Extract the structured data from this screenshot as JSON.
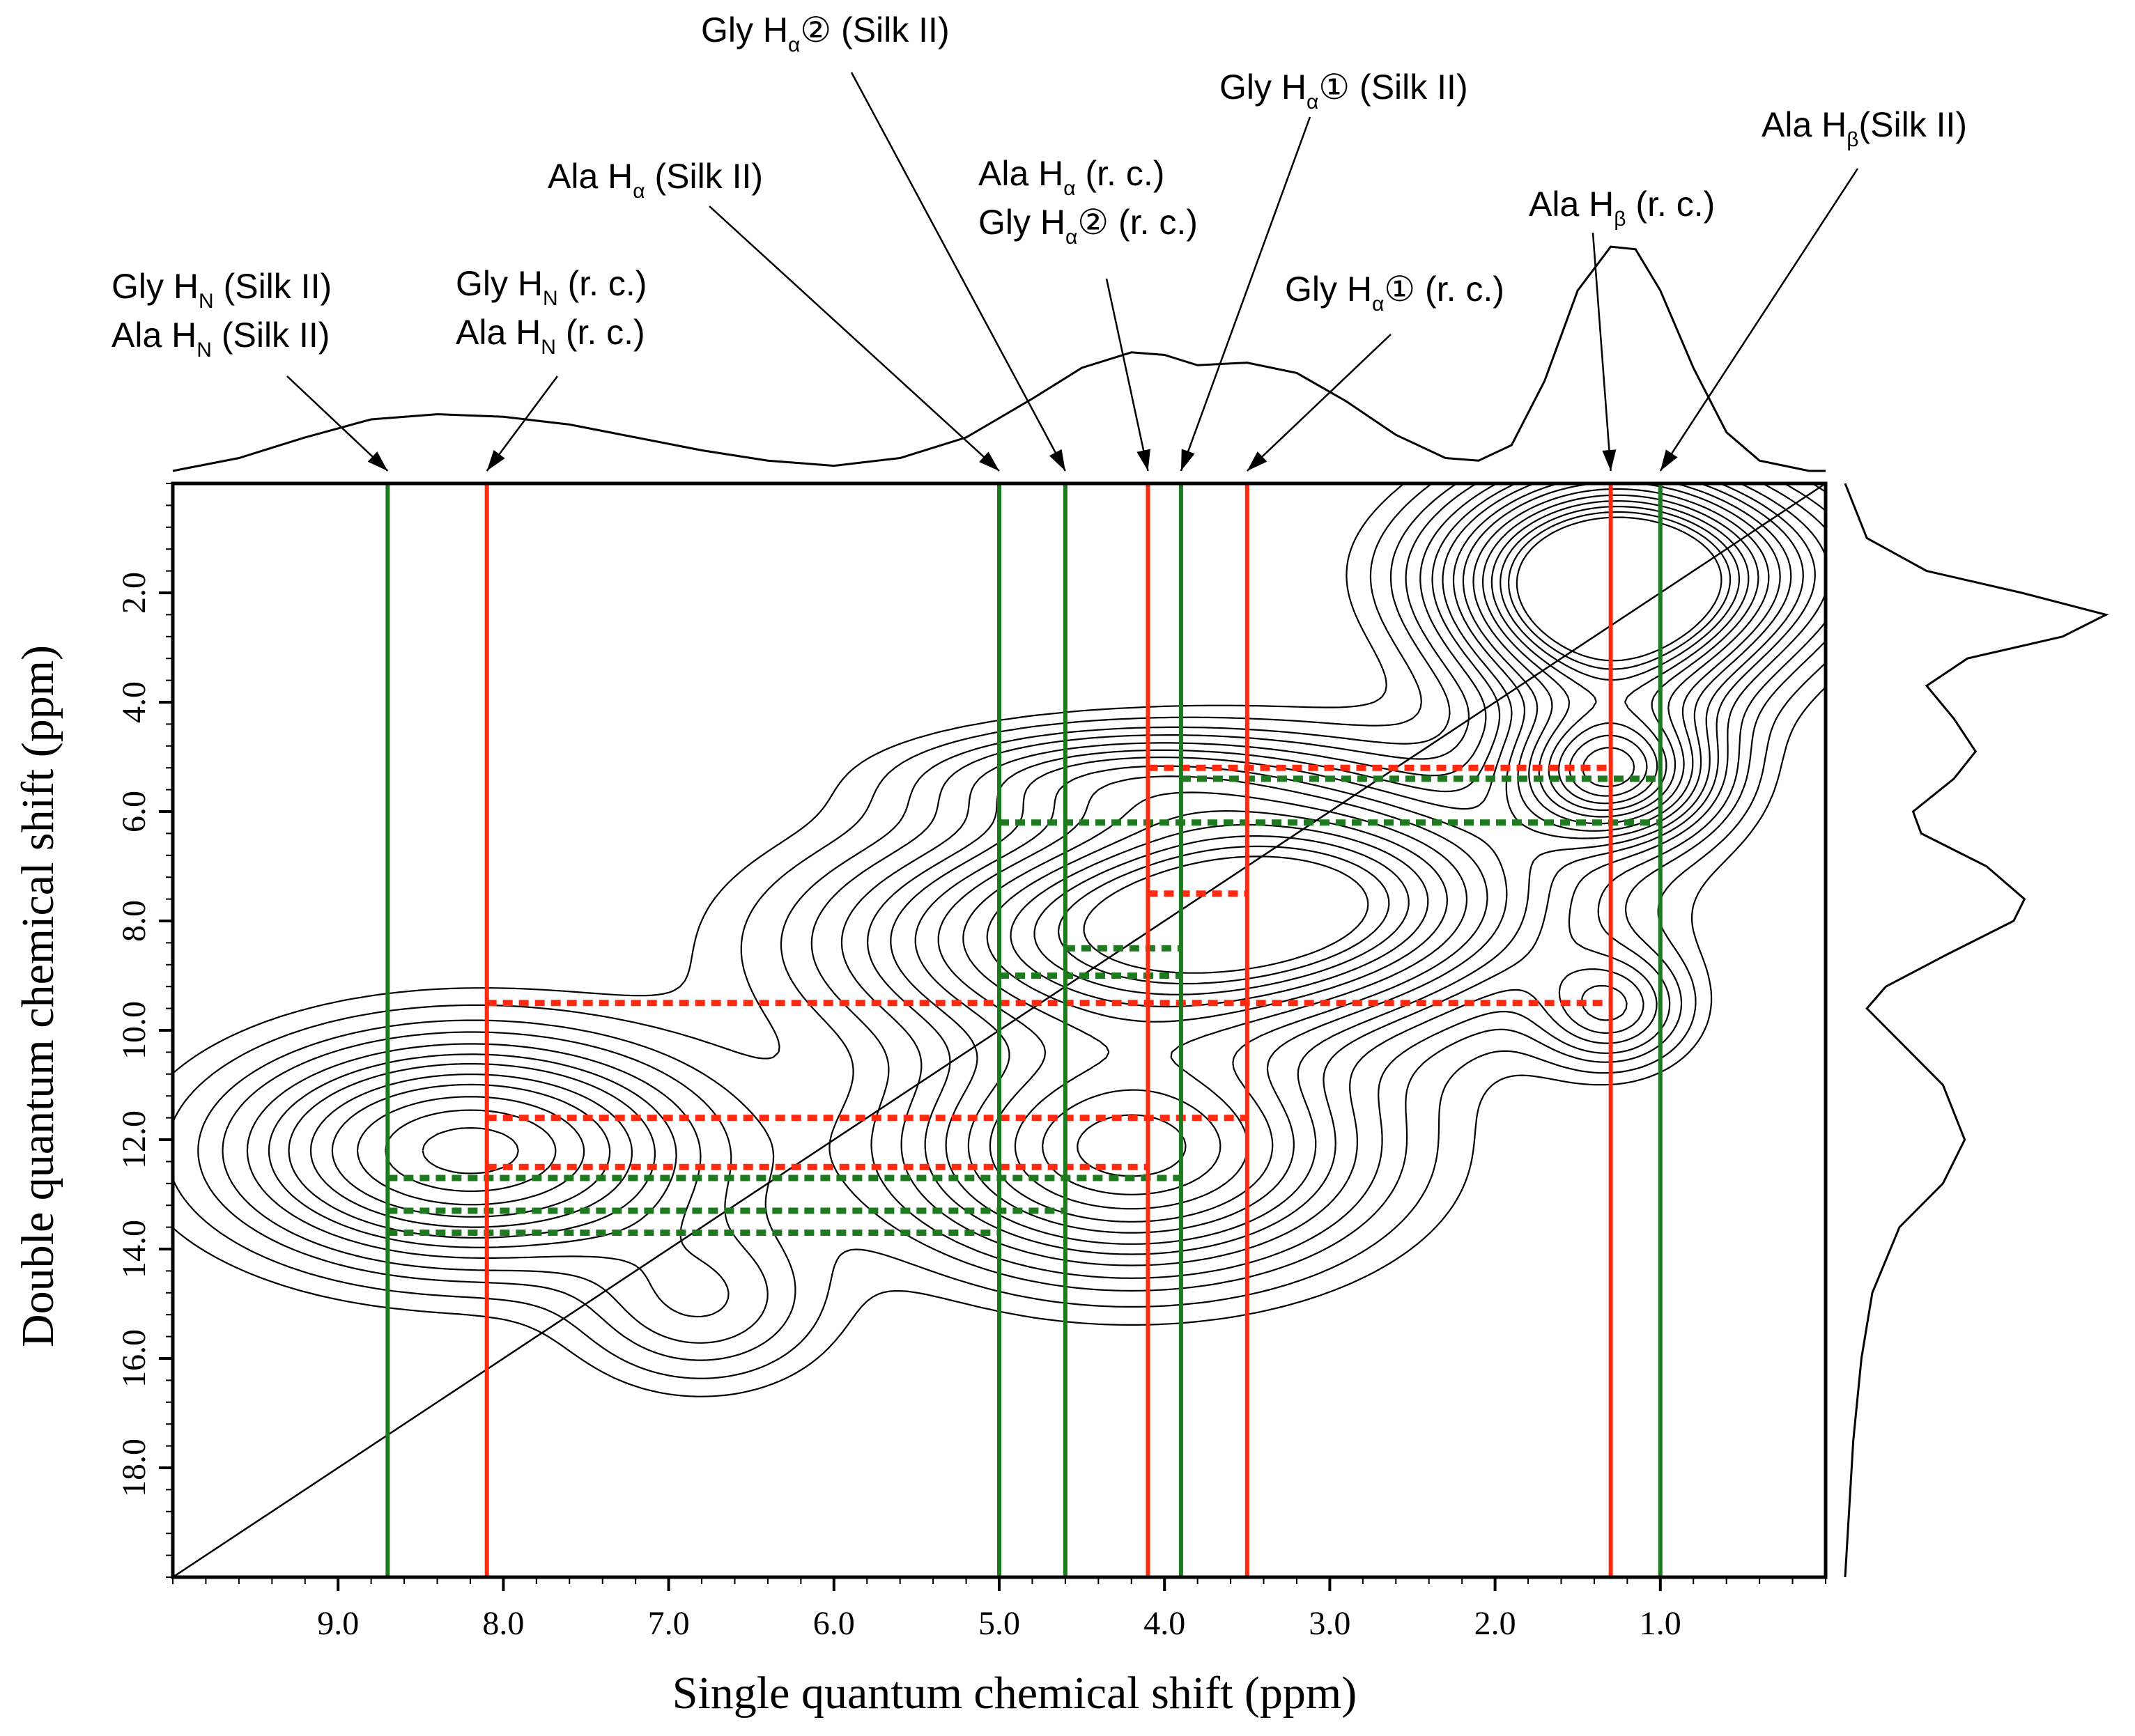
{
  "chart_data": {
    "type": "contour",
    "title": "",
    "xlabel": "Single quantum chemical shift (ppm)",
    "ylabel": "Double quantum chemical shift (ppm)",
    "xlim": [
      10.0,
      0.0
    ],
    "ylim": [
      0.0,
      20.0
    ],
    "x_reversed": true,
    "y_increasing_downward": true,
    "x_ticks": [
      9.0,
      8.0,
      7.0,
      6.0,
      5.0,
      4.0,
      3.0,
      2.0,
      1.0
    ],
    "x_tick_labels": [
      "9.0",
      "8.0",
      "7.0",
      "6.0",
      "5.0",
      "4.0",
      "3.0",
      "2.0",
      "1.0"
    ],
    "y_ticks": [
      2.0,
      4.0,
      6.0,
      8.0,
      10.0,
      12.0,
      14.0,
      16.0,
      18.0
    ],
    "y_tick_labels": [
      "2.0",
      "4.0",
      "6.0",
      "8.0",
      "10.0",
      "12.0",
      "14.0",
      "16.0",
      "18.0"
    ],
    "diagonal": {
      "from": [
        10.0,
        20.0
      ],
      "to": [
        0.0,
        0.0
      ]
    },
    "colors": {
      "silk_ii": "#1e7a1e",
      "random_coil": "#ff2a10",
      "contour": "#000000"
    },
    "peaks": [
      {
        "x": 1.3,
        "y": 2.2,
        "sx": 0.55,
        "sy": 1.5,
        "amp": 1.0
      },
      {
        "x": 1.15,
        "y": 1.6,
        "sx": 0.75,
        "sy": 1.0,
        "amp": 0.7
      },
      {
        "x": 1.3,
        "y": 5.3,
        "sx": 0.4,
        "sy": 0.8,
        "amp": 0.9
      },
      {
        "x": 1.3,
        "y": 9.6,
        "sx": 0.3,
        "sy": 0.7,
        "amp": 0.35
      },
      {
        "x": 3.2,
        "y": 7.5,
        "sx": 1.0,
        "sy": 1.4,
        "amp": 0.9
      },
      {
        "x": 4.4,
        "y": 8.4,
        "sx": 1.1,
        "sy": 1.3,
        "amp": 0.65
      },
      {
        "x": 4.3,
        "y": 5.4,
        "sx": 0.8,
        "sy": 0.6,
        "amp": 0.3
      },
      {
        "x": 4.2,
        "y": 12.2,
        "sx": 0.9,
        "sy": 1.4,
        "amp": 0.8
      },
      {
        "x": 8.2,
        "y": 12.2,
        "sx": 0.9,
        "sy": 1.3,
        "amp": 0.8
      },
      {
        "x": 6.8,
        "y": 15.0,
        "sx": 0.5,
        "sy": 1.0,
        "amp": 0.25
      }
    ],
    "contour_levels": [
      0.06,
      0.1,
      0.15,
      0.2,
      0.26,
      0.32,
      0.38,
      0.45,
      0.52,
      0.6,
      0.68,
      0.76,
      0.84,
      0.92,
      1.0
    ],
    "vertical_lines": [
      {
        "x": 8.7,
        "style": "silk_ii"
      },
      {
        "x": 8.1,
        "style": "random_coil"
      },
      {
        "x": 5.0,
        "style": "silk_ii"
      },
      {
        "x": 4.6,
        "style": "silk_ii"
      },
      {
        "x": 4.1,
        "style": "random_coil"
      },
      {
        "x": 3.9,
        "style": "silk_ii"
      },
      {
        "x": 3.5,
        "style": "random_coil"
      },
      {
        "x": 1.3,
        "style": "random_coil"
      },
      {
        "x": 1.0,
        "style": "silk_ii"
      }
    ],
    "correlation_lines": [
      {
        "y": 5.2,
        "x_from": 4.1,
        "x_to": 1.3,
        "style": "random_coil"
      },
      {
        "y": 5.4,
        "x_from": 3.9,
        "x_to": 1.0,
        "style": "silk_ii"
      },
      {
        "y": 6.2,
        "x_from": 5.0,
        "x_to": 1.0,
        "style": "silk_ii"
      },
      {
        "y": 7.5,
        "x_from": 4.1,
        "x_to": 3.5,
        "style": "random_coil"
      },
      {
        "y": 8.5,
        "x_from": 4.6,
        "x_to": 3.9,
        "style": "silk_ii"
      },
      {
        "y": 9.0,
        "x_from": 5.0,
        "x_to": 3.9,
        "style": "silk_ii"
      },
      {
        "y": 9.5,
        "x_from": 8.1,
        "x_to": 1.3,
        "style": "random_coil"
      },
      {
        "y": 11.6,
        "x_from": 8.1,
        "x_to": 3.5,
        "style": "random_coil"
      },
      {
        "y": 12.5,
        "x_from": 8.1,
        "x_to": 4.1,
        "style": "random_coil"
      },
      {
        "y": 12.7,
        "x_from": 8.7,
        "x_to": 3.9,
        "style": "silk_ii"
      },
      {
        "y": 13.3,
        "x_from": 8.7,
        "x_to": 4.6,
        "style": "silk_ii"
      },
      {
        "y": 13.7,
        "x_from": 8.7,
        "x_to": 5.0,
        "style": "silk_ii"
      }
    ],
    "top_projection": [
      {
        "x": 10.0,
        "v": 0.0
      },
      {
        "x": 9.6,
        "v": 0.05
      },
      {
        "x": 9.2,
        "v": 0.13
      },
      {
        "x": 8.8,
        "v": 0.2
      },
      {
        "x": 8.4,
        "v": 0.22
      },
      {
        "x": 8.0,
        "v": 0.21
      },
      {
        "x": 7.6,
        "v": 0.18
      },
      {
        "x": 7.2,
        "v": 0.13
      },
      {
        "x": 6.8,
        "v": 0.08
      },
      {
        "x": 6.4,
        "v": 0.04
      },
      {
        "x": 6.0,
        "v": 0.02
      },
      {
        "x": 5.6,
        "v": 0.05
      },
      {
        "x": 5.2,
        "v": 0.13
      },
      {
        "x": 4.8,
        "v": 0.28
      },
      {
        "x": 4.5,
        "v": 0.4
      },
      {
        "x": 4.2,
        "v": 0.46
      },
      {
        "x": 4.0,
        "v": 0.45
      },
      {
        "x": 3.8,
        "v": 0.41
      },
      {
        "x": 3.5,
        "v": 0.42
      },
      {
        "x": 3.2,
        "v": 0.38
      },
      {
        "x": 2.9,
        "v": 0.27
      },
      {
        "x": 2.6,
        "v": 0.14
      },
      {
        "x": 2.3,
        "v": 0.05
      },
      {
        "x": 2.1,
        "v": 0.04
      },
      {
        "x": 1.9,
        "v": 0.1
      },
      {
        "x": 1.7,
        "v": 0.35
      },
      {
        "x": 1.5,
        "v": 0.7
      },
      {
        "x": 1.3,
        "v": 0.87
      },
      {
        "x": 1.15,
        "v": 0.86
      },
      {
        "x": 1.0,
        "v": 0.7
      },
      {
        "x": 0.8,
        "v": 0.4
      },
      {
        "x": 0.6,
        "v": 0.15
      },
      {
        "x": 0.4,
        "v": 0.04
      },
      {
        "x": 0.1,
        "v": 0.0
      }
    ],
    "right_projection": [
      {
        "y": 0.0,
        "v": 0.0
      },
      {
        "y": 1.0,
        "v": 0.08
      },
      {
        "y": 1.6,
        "v": 0.3
      },
      {
        "y": 2.0,
        "v": 0.65
      },
      {
        "y": 2.4,
        "v": 0.96
      },
      {
        "y": 2.8,
        "v": 0.8
      },
      {
        "y": 3.2,
        "v": 0.45
      },
      {
        "y": 3.7,
        "v": 0.3
      },
      {
        "y": 4.3,
        "v": 0.4
      },
      {
        "y": 4.9,
        "v": 0.48
      },
      {
        "y": 5.4,
        "v": 0.4
      },
      {
        "y": 6.0,
        "v": 0.25
      },
      {
        "y": 6.4,
        "v": 0.28
      },
      {
        "y": 7.0,
        "v": 0.52
      },
      {
        "y": 7.6,
        "v": 0.66
      },
      {
        "y": 8.0,
        "v": 0.62
      },
      {
        "y": 8.6,
        "v": 0.38
      },
      {
        "y": 9.2,
        "v": 0.15
      },
      {
        "y": 9.6,
        "v": 0.08
      },
      {
        "y": 10.2,
        "v": 0.2
      },
      {
        "y": 11.0,
        "v": 0.36
      },
      {
        "y": 12.0,
        "v": 0.44
      },
      {
        "y": 12.8,
        "v": 0.36
      },
      {
        "y": 13.6,
        "v": 0.2
      },
      {
        "y": 14.8,
        "v": 0.1
      },
      {
        "y": 16.0,
        "v": 0.06
      },
      {
        "y": 17.5,
        "v": 0.03
      },
      {
        "y": 20.0,
        "v": 0.0
      }
    ],
    "annotations": [
      {
        "lines": [
          {
            "main": "Gly H",
            "sub": "N",
            "tail": " (Silk II)"
          },
          {
            "main": "Ala H",
            "sub": "N",
            "tail": " (Silk II)"
          }
        ],
        "target_x": 8.7
      },
      {
        "lines": [
          {
            "main": "Gly H",
            "sub": "N",
            "tail": " (r. c.)"
          },
          {
            "main": "Ala H",
            "sub": "N",
            "tail": " (r. c.)"
          }
        ],
        "target_x": 8.1
      },
      {
        "lines": [
          {
            "main": "Ala H",
            "sub": "α",
            "tail": " (Silk II)"
          }
        ],
        "target_x": 5.0
      },
      {
        "lines": [
          {
            "main": "Gly H",
            "sub": "α",
            "tail": "② (Silk II)"
          }
        ],
        "target_x": 4.6
      },
      {
        "lines": [
          {
            "main": "Ala H",
            "sub": "α",
            "tail": " (r. c.)"
          },
          {
            "main": "Gly H",
            "sub": "α",
            "tail": "② (r. c.)"
          }
        ],
        "target_x": 4.1
      },
      {
        "lines": [
          {
            "main": "Gly H",
            "sub": "α",
            "tail": "① (Silk II)"
          }
        ],
        "target_x": 3.9
      },
      {
        "lines": [
          {
            "main": "Gly H",
            "sub": "α",
            "tail": "① (r. c.)"
          }
        ],
        "target_x": 3.5
      },
      {
        "lines": [
          {
            "main": "Ala H",
            "sub": "β",
            "tail": " (r. c.)"
          }
        ],
        "target_x": 1.3
      },
      {
        "lines": [
          {
            "main": "Ala H",
            "sub": "β",
            "tail": "(Silk II)"
          }
        ],
        "target_x": 1.0
      }
    ]
  }
}
